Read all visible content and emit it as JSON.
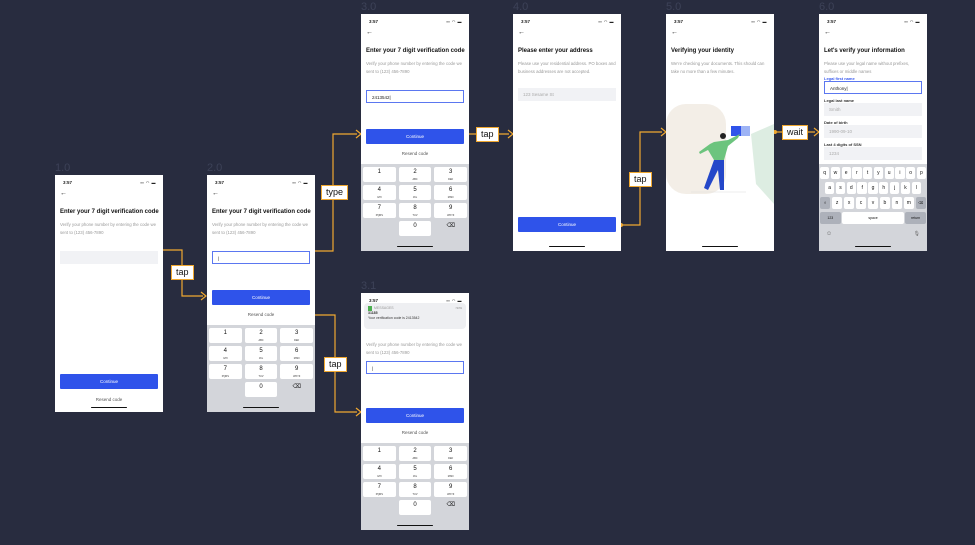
{
  "accent_color": "#f0a830",
  "screens": [
    {
      "id": "1.0",
      "time": "3:57",
      "title": "Enter your 7 digit verification code",
      "desc": "Verify your phone number by entering the code we sent to (123) 456-7890",
      "input_value": "",
      "continue": "Continue",
      "resend": "Resend code"
    },
    {
      "id": "2.0",
      "time": "3:57",
      "title": "Enter your 7 digit verification code",
      "desc": "Verify your phone number by entering the code we sent to (123) 456-7890",
      "input_value": "|",
      "continue": "Continue",
      "resend": "Resend code"
    },
    {
      "id": "3.0",
      "time": "3:57",
      "title": "Enter your 7 digit verification code",
      "desc": "Verify your phone number by entering the code we sent to (123) 456-7890",
      "input_value": "2413542|",
      "continue": "Continue",
      "resend": "Resend code"
    },
    {
      "id": "3.1",
      "time": "3:57",
      "notification": {
        "app": "MESSAGES",
        "when": "now",
        "sender": "31185",
        "body": "Your verification code is 2413542"
      },
      "desc": "Verify your phone number by entering the code we sent to (123) 456-7890",
      "input_value": "|",
      "continue": "Continue",
      "resend": "Resend code"
    },
    {
      "id": "4.0",
      "time": "3:57",
      "title": "Please enter your address",
      "desc": "Please use your residential address. PO boxes and business addresses are not accepted.",
      "input_placeholder": "123 Sesame St",
      "continue": "Continue"
    },
    {
      "id": "5.0",
      "time": "3:57",
      "title": "Verifying your identity",
      "desc": "We're checking your documents. This should can take no more than a few minutes."
    },
    {
      "id": "6.0",
      "time": "3:57",
      "title": "Let's verify your information",
      "desc": "Please use your legal name without prefixes, suffixes or middle names",
      "fields": [
        {
          "label": "Legal first name",
          "value": "Anthony|"
        },
        {
          "label": "Legal last name",
          "value": "Smith"
        },
        {
          "label": "Date of birth",
          "value": "1990-09-10"
        },
        {
          "label": "Last 4 digits of SSN",
          "value": "1234"
        }
      ]
    }
  ],
  "keypad": [
    [
      {
        "n": "1",
        "l": ""
      },
      {
        "n": "2",
        "l": "ABC"
      },
      {
        "n": "3",
        "l": "DEF"
      }
    ],
    [
      {
        "n": "4",
        "l": "GHI"
      },
      {
        "n": "5",
        "l": "JKL"
      },
      {
        "n": "6",
        "l": "MNO"
      }
    ],
    [
      {
        "n": "7",
        "l": "PQRS"
      },
      {
        "n": "8",
        "l": "TUV"
      },
      {
        "n": "9",
        "l": "WXYZ"
      }
    ],
    [
      {
        "n": "",
        "l": ""
      },
      {
        "n": "0",
        "l": ""
      },
      {
        "n": "⌫",
        "l": ""
      }
    ]
  ],
  "keyboard": {
    "rows": [
      [
        "q",
        "w",
        "e",
        "r",
        "t",
        "y",
        "u",
        "i",
        "o",
        "p"
      ],
      [
        "a",
        "s",
        "d",
        "f",
        "g",
        "h",
        "j",
        "k",
        "l"
      ],
      [
        "⇧",
        "z",
        "x",
        "c",
        "v",
        "b",
        "n",
        "m",
        "⌫"
      ]
    ],
    "num": "123",
    "space": "space",
    "ret": "return",
    "emoji": "☺",
    "mic": "🎙"
  },
  "transitions": [
    {
      "label": "tap"
    },
    {
      "label": "type"
    },
    {
      "label": "tap"
    },
    {
      "label": "tap"
    },
    {
      "label": "tap"
    },
    {
      "label": "wait"
    }
  ]
}
